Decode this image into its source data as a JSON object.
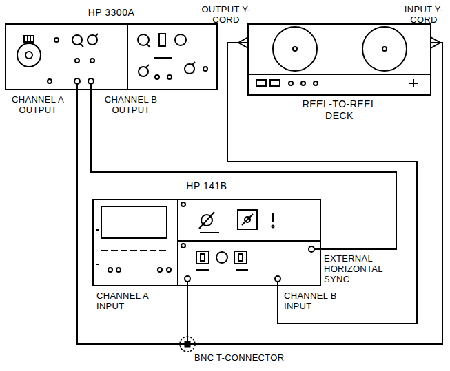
{
  "diagram": {
    "nodes": [
      {
        "text": [
          "HP 3300A"
        ]
      },
      {
        "text": [
          "REEL-TO-REEL DECK"
        ]
      },
      {
        "text": [
          "HP 141B"
        ]
      }
    ],
    "edges": [
      {
        "from": 0,
        "to": 2,
        "arrow": "none"
      },
      {
        "from": 0,
        "to": 1,
        "arrow": "none"
      },
      {
        "from": 0,
        "to": 2,
        "arrow": "none"
      },
      {
        "from": 1,
        "to": 2,
        "arrow": "none"
      }
    ],
    "labels": [
      "CHANNEL A OUTPUT",
      "CHANNEL B OUTPUT",
      "OUTPUT Y-CORD",
      "INPUT Y-CORD",
      "EXTERNAL HORIZONTAL SYNC",
      "CHANNEL A INPUT",
      "CHANNEL B INPUT",
      "BNC T-CONNECTOR"
    ]
  }
}
